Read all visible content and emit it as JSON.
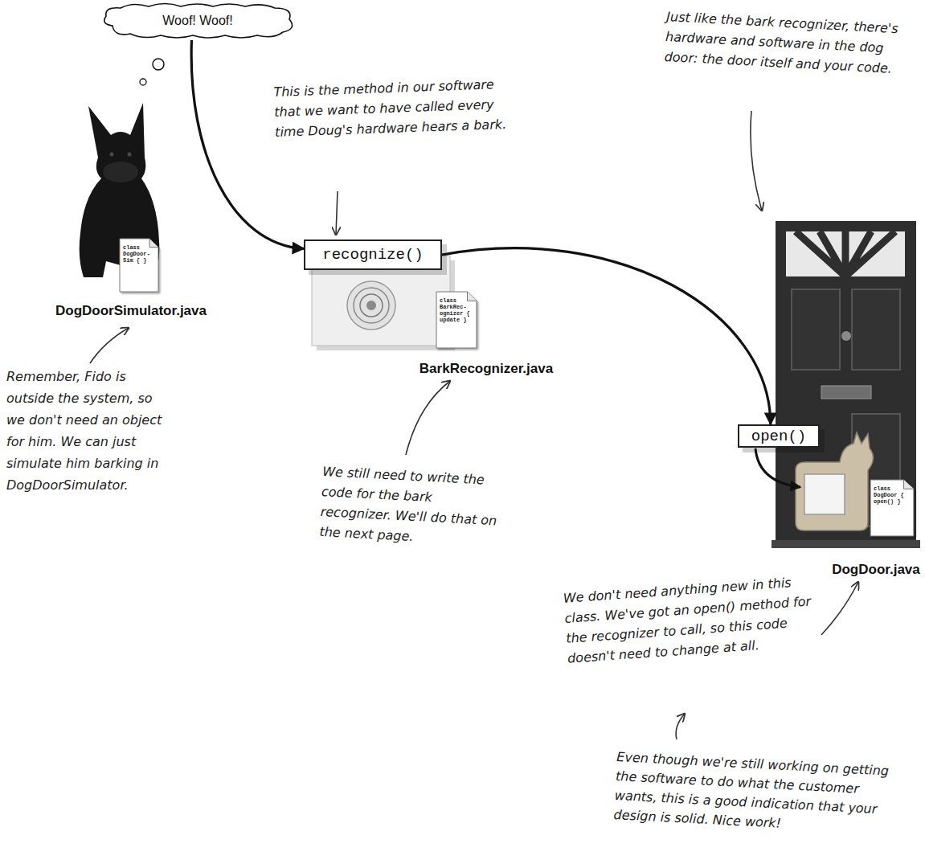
{
  "diagram": {
    "nodes": [
      {
        "text": [
          "Woof! Woof!"
        ]
      },
      {
        "text": [
          "recognize()"
        ]
      },
      {
        "text": [
          "class DogDoor- Sim { }",
          "DogDoorSimulator.java"
        ]
      },
      {
        "text": [
          "class BarkRec- ognizer { update }",
          "BarkRecognizer.java"
        ]
      },
      {
        "text": [
          "open()"
        ]
      },
      {
        "text": [
          "class DogDoor { open() }",
          "DogDoor.java"
        ]
      }
    ],
    "edges": [
      {
        "from": 0,
        "to": 1,
        "arrow": "to"
      },
      {
        "from": 1,
        "to": 4,
        "arrow": "to"
      }
    ],
    "labels": [
      "This is the method in our software that we want to have called every time Doug's hardware hears a bark.",
      "Just like the bark recognizer, there's hardware and software in the dog door: the door itself and your code.",
      "Remember, Fido is outside the system, so we don't need an object for him. We can just simulate him barking in DogDoorSimulator.",
      "We still need to write the code for the bark recognizer. We'll do that on the next page.",
      "We don't need anything new in this class. We've got an open() method for the recognizer to call, so this code doesn't need to change at all.",
      "Even though we're still working on getting the software to do what the customer wants, this is a good indication that your design is solid. Nice work!"
    ]
  }
}
